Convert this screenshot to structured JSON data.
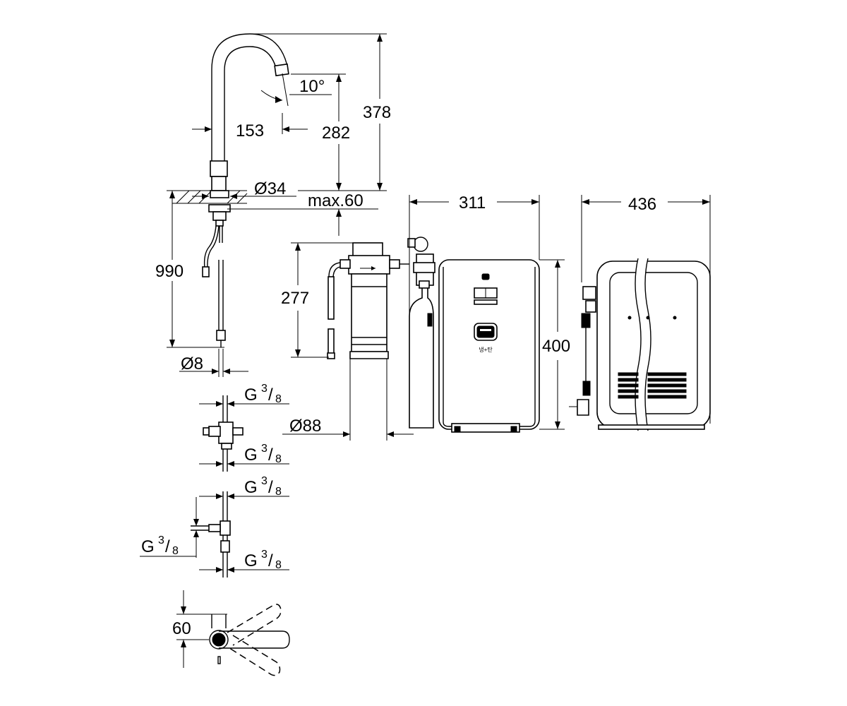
{
  "dimensions": {
    "spout_angle": "10°",
    "spout_reach": "153",
    "spout_height": "282",
    "total_height": "378",
    "hole_diameter": "Ø34",
    "max_thickness": "max.60",
    "hose_length": "990",
    "hose_diameter": "Ø8",
    "filter_height": "277",
    "filter_diameter": "Ø88",
    "chiller_width": "311",
    "chiller_height": "400",
    "chiller_depth": "436",
    "handle_offset": "60"
  },
  "threads": {
    "prefix": "G",
    "numerator": "3",
    "slash": "/",
    "denominator": "8"
  },
  "device_label": "냉+탄"
}
